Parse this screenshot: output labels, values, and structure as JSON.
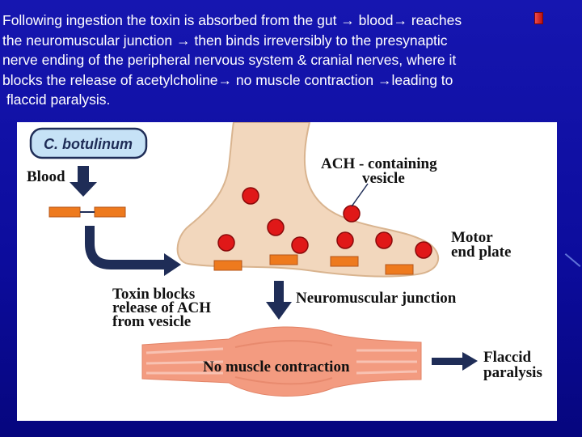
{
  "slide": {
    "bullet_icon": "square-bullet-icon",
    "intro_lines": [
      "Following ingestion the toxin is absorbed from the gut → blood→ reaches",
      "the neuromuscular junction → then binds irreversibly to the presynaptic",
      "nerve ending of the peripheral nervous system & cranial nerves, where it",
      "blocks the release of acetylcholine→ no muscle contraction →leading to",
      "flaccid paralysis."
    ]
  },
  "diagram": {
    "organism_label": "C. botulinum",
    "blood_label": "Blood",
    "vesicle_label": [
      "ACH - containing",
      "vesicle"
    ],
    "motor_label": [
      "Motor",
      "end plate"
    ],
    "junction_label": "Neuromuscular junction",
    "toxin_label": [
      "Toxin blocks",
      "release of ACH",
      "from vesicle"
    ],
    "muscle_label": "No muscle contraction",
    "paralysis_label": [
      "Flaccid",
      "paralysis"
    ],
    "colors": {
      "nerve_fill": "#f2d7bd",
      "nerve_stroke": "#d9b48f",
      "vesicle": "#e01818",
      "receptor": "#ee7a1e",
      "arrow": "#1f2d57",
      "muscle": "#f39b80",
      "organism_box": "#c6e2f6"
    }
  }
}
